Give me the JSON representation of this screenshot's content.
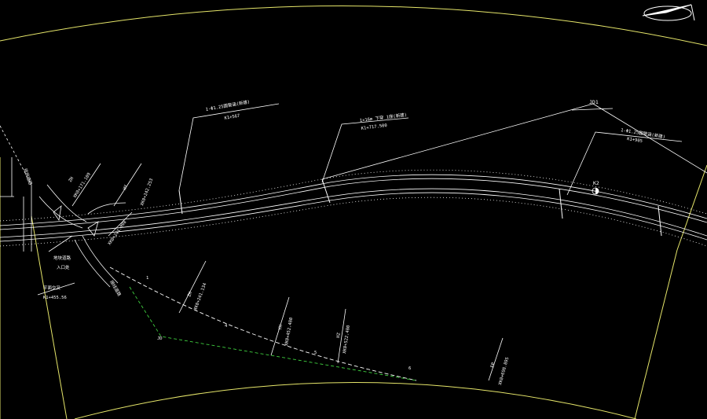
{
  "colors": {
    "background": "#000000",
    "lines": "#ffffff",
    "frame": "#e6e66a",
    "alignment": "#3fcf3f"
  },
  "labels": {
    "north": "N",
    "jd1": "JD1",
    "k2": "K2",
    "culvert1_title": "1-Φ1.25圆管涵(新建)",
    "culvert1_station": "K1+567",
    "culvert2_title": "1×16m 下穿 1座(新建)",
    "culvert2_station": "K1+717.500",
    "culvert3_title": "1-Φ1.25圆管涵(新建)",
    "culvert3_station": "K1+905",
    "zh_left": "ZH",
    "zh_left_station": "XK0+171.109",
    "hy": "HY",
    "hy_station": "XK0+242.253",
    "yh_mid": "YH",
    "yh_mid_station": "XK0+241.098",
    "road_name_1": "地块道路",
    "road_name_2": "入口处",
    "intersect": "平面交叉",
    "intersect_station": "K1+455.56",
    "zh_low": "ZH",
    "zh_low_station": "XK0+241.134",
    "yh_low": "YH",
    "yh_low_station": "XK0+452.480",
    "hz_low": "HZ",
    "hz_low_station": "XK0+522.480",
    "ep": "EP",
    "ep_station": "XK0+698.895",
    "pt4": "4",
    "pt5": "5",
    "pt6": "6",
    "pt1": "1",
    "pt_jd": "JD",
    "side_road": "接线道路",
    "side_left": "现状道路"
  }
}
